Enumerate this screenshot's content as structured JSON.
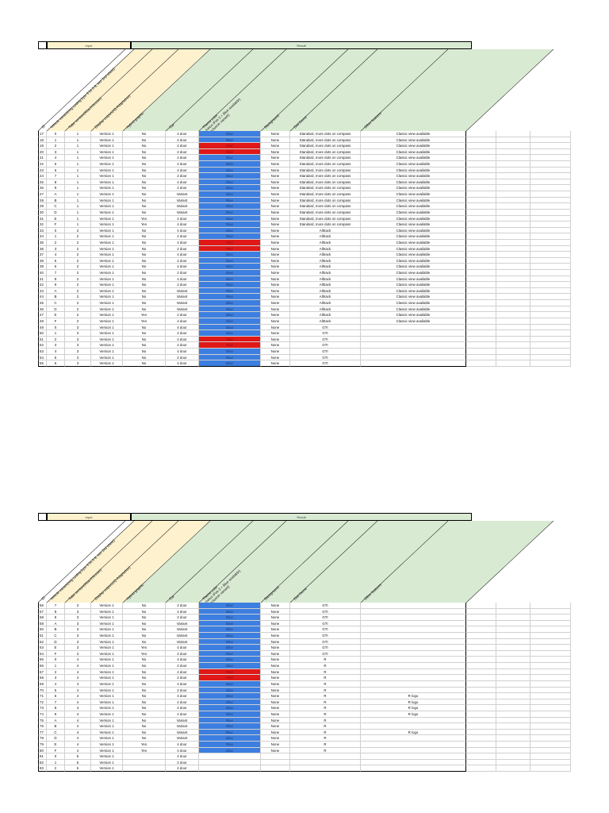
{
  "header_top": {
    "input": "Input",
    "result": "Result"
  },
  "columns": [
    "ID",
    "Vehicle variant(ring coding byte 3 bit 5-8, see 2nd sheet)",
    "Tube version(AttachVersion)",
    "Display outputs(iQ-Adaptation)",
    "Hybrid graphic",
    "Car",
    "Theme color\n(since iPos 3 + Blue available)\n(exclusive variant)",
    "Background",
    "Dial theme",
    "Other features"
  ],
  "colors": {
    "blue": "#3d7fe0",
    "red": "#e01818",
    "input_bg": "#fdf2cd",
    "result_bg": "#d9ead3"
  },
  "sheet1_rows": [
    [
      "17",
      "0",
      "1",
      "Version 1",
      "No",
      "4 door",
      "Blue",
      "None",
      "Standard, more dots on compass",
      "Classic view available"
    ],
    [
      "18",
      "1",
      "1",
      "Version 1",
      "No",
      "2 door",
      "Blue",
      "None",
      "Standard, more dots on compass",
      "Classic view available"
    ],
    [
      "19",
      "2",
      "1",
      "Version 1",
      "No",
      "4 door",
      "Red",
      "None",
      "Standard, more dots on compass",
      "Classic view available"
    ],
    [
      "20",
      "3",
      "1",
      "Version 1",
      "No",
      "2 door",
      "Red",
      "None",
      "Standard, more dots on compass",
      "Classic view available"
    ],
    [
      "21",
      "4",
      "1",
      "Version 1",
      "No",
      "4 door",
      "Blue",
      "None",
      "Standard, more dots on compass",
      "Classic view available"
    ],
    [
      "22",
      "5",
      "1",
      "Version 1",
      "No",
      "2 door",
      "Blue",
      "None",
      "Standard, more dots on compass",
      "Classic view available"
    ],
    [
      "23",
      "6",
      "1",
      "Version 1",
      "No",
      "4 door",
      "Blue",
      "None",
      "Standard, more dots on compass",
      "Classic view available"
    ],
    [
      "24",
      "7",
      "1",
      "Version 1",
      "No",
      "2 door",
      "Blue",
      "None",
      "Standard, more dots on compass",
      "Classic view available"
    ],
    [
      "25",
      "8",
      "1",
      "Version 1",
      "No",
      "4 door",
      "Blue",
      "None",
      "Standard, more dots on compass",
      "Classic view available"
    ],
    [
      "26",
      "9",
      "1",
      "Version 1",
      "No",
      "2 door",
      "Blue",
      "None",
      "Standard, more dots on compass",
      "Classic view available"
    ],
    [
      "27",
      "A",
      "1",
      "Version 1",
      "No",
      "Variant",
      "Blue",
      "None",
      "Standard, more dots on compass",
      "Classic view available"
    ],
    [
      "28",
      "B",
      "1",
      "Version 1",
      "No",
      "Variant",
      "Blue",
      "None",
      "Standard, more dots on compass",
      "Classic view available"
    ],
    [
      "29",
      "C",
      "1",
      "Version 1",
      "No",
      "Variant",
      "Blue",
      "None",
      "Standard, more dots on compass",
      "Classic view available"
    ],
    [
      "30",
      "D",
      "1",
      "Version 1",
      "No",
      "Variant",
      "Blue",
      "None",
      "Standard, more dots on compass",
      "Classic view available"
    ],
    [
      "31",
      "E",
      "1",
      "Version 1",
      "Yes",
      "4 door",
      "Blue",
      "None",
      "Standard, more dots on compass",
      "Classic view available"
    ],
    [
      "32",
      "F",
      "1",
      "Version 1",
      "Yes",
      "4 door",
      "Blue",
      "None",
      "Standard, more dots on compass",
      "Classic view available"
    ],
    [
      "33",
      "0",
      "2",
      "Version 1",
      "No",
      "4 door",
      "Blue",
      "None",
      "Alltrack",
      "Classic view available"
    ],
    [
      "34",
      "1",
      "2",
      "Version 1",
      "No",
      "2 door",
      "Blue",
      "None",
      "Alltrack",
      "Classic view available"
    ],
    [
      "35",
      "2",
      "2",
      "Version 1",
      "No",
      "4 door",
      "Red",
      "None",
      "Alltrack",
      "Classic view available"
    ],
    [
      "36",
      "3",
      "2",
      "Version 1",
      "No",
      "2 door",
      "Red",
      "None",
      "Alltrack",
      "Classic view available"
    ],
    [
      "37",
      "4",
      "2",
      "Version 1",
      "No",
      "4 door",
      "Blue",
      "None",
      "Alltrack",
      "Classic view available"
    ],
    [
      "38",
      "5",
      "2",
      "Version 1",
      "No",
      "2 door",
      "Blue",
      "None",
      "Alltrack",
      "Classic view available"
    ],
    [
      "39",
      "6",
      "2",
      "Version 1",
      "No",
      "4 door",
      "Blue",
      "None",
      "Alltrack",
      "Classic view available"
    ],
    [
      "40",
      "7",
      "2",
      "Version 1",
      "No",
      "2 door",
      "Blue",
      "None",
      "Alltrack",
      "Classic view available"
    ],
    [
      "41",
      "8",
      "2",
      "Version 1",
      "No",
      "4 door",
      "Blue",
      "None",
      "Alltrack",
      "Classic view available"
    ],
    [
      "42",
      "9",
      "2",
      "Version 1",
      "No",
      "2 door",
      "Blue",
      "None",
      "Alltrack",
      "Classic view available"
    ],
    [
      "43",
      "A",
      "2",
      "Version 1",
      "No",
      "Variant",
      "Blue",
      "None",
      "Alltrack",
      "Classic view available"
    ],
    [
      "44",
      "B",
      "2",
      "Version 1",
      "No",
      "Variant",
      "Blue",
      "None",
      "Alltrack",
      "Classic view available"
    ],
    [
      "45",
      "C",
      "2",
      "Version 1",
      "No",
      "Variant",
      "Blue",
      "None",
      "Alltrack",
      "Classic view available"
    ],
    [
      "46",
      "D",
      "2",
      "Version 1",
      "No",
      "Variant",
      "Blue",
      "None",
      "Alltrack",
      "Classic view available"
    ],
    [
      "47",
      "E",
      "2",
      "Version 1",
      "Yes",
      "4 door",
      "Blue",
      "None",
      "Alltrack",
      "Classic view available"
    ],
    [
      "48",
      "F",
      "2",
      "Version 1",
      "Yes",
      "4 door",
      "Blue",
      "None",
      "Alltrack",
      "Classic view available"
    ],
    [
      "49",
      "0",
      "3",
      "Version 1",
      "No",
      "4 door",
      "Blue",
      "None",
      "GTI",
      ""
    ],
    [
      "50",
      "1",
      "3",
      "Version 1",
      "No",
      "2 door",
      "Blue",
      "None",
      "GTI",
      ""
    ],
    [
      "51",
      "2",
      "3",
      "Version 1",
      "No",
      "4 door",
      "Red",
      "None",
      "GTI",
      ""
    ],
    [
      "52",
      "3",
      "3",
      "Version 1",
      "No",
      "2 door",
      "Red",
      "None",
      "GTI",
      ""
    ],
    [
      "53",
      "4",
      "3",
      "Version 1",
      "No",
      "4 door",
      "Blue",
      "None",
      "GTI",
      ""
    ],
    [
      "54",
      "5",
      "3",
      "Version 1",
      "No",
      "2 door",
      "Blue",
      "None",
      "GTI",
      ""
    ],
    [
      "55",
      "6",
      "3",
      "Version 1",
      "No",
      "4 door",
      "Blue",
      "None",
      "GTI",
      ""
    ]
  ],
  "sheet2_rows": [
    [
      "56",
      "7",
      "3",
      "Version 1",
      "No",
      "2 door",
      "Blue",
      "None",
      "GTI",
      ""
    ],
    [
      "57",
      "8",
      "3",
      "Version 1",
      "No",
      "4 door",
      "Blue",
      "None",
      "GTI",
      ""
    ],
    [
      "58",
      "9",
      "3",
      "Version 1",
      "No",
      "2 door",
      "Blue",
      "None",
      "GTI",
      ""
    ],
    [
      "59",
      "A",
      "3",
      "Version 1",
      "No",
      "Variant",
      "Blue",
      "None",
      "GTI",
      ""
    ],
    [
      "60",
      "B",
      "3",
      "Version 1",
      "No",
      "Variant",
      "Blue",
      "None",
      "GTI",
      ""
    ],
    [
      "61",
      "C",
      "3",
      "Version 1",
      "No",
      "Variant",
      "Blue",
      "None",
      "GTI",
      ""
    ],
    [
      "62",
      "D",
      "3",
      "Version 1",
      "No",
      "Variant",
      "Blue",
      "None",
      "GTI",
      ""
    ],
    [
      "63",
      "E",
      "3",
      "Version 1",
      "Yes",
      "4 door",
      "Blue",
      "None",
      "GTI",
      ""
    ],
    [
      "64",
      "F",
      "3",
      "Version 1",
      "Yes",
      "4 door",
      "Blue",
      "None",
      "GTI",
      ""
    ],
    [
      "65",
      "0",
      "4",
      "Version 1",
      "No",
      "4 door",
      "Blue",
      "None",
      "R",
      ""
    ],
    [
      "66",
      "1",
      "4",
      "Version 1",
      "No",
      "2 door",
      "Blue",
      "None",
      "R",
      ""
    ],
    [
      "67",
      "2",
      "4",
      "Version 1",
      "No",
      "4 door",
      "Red",
      "None",
      "R",
      ""
    ],
    [
      "68",
      "3",
      "4",
      "Version 1",
      "No",
      "2 door",
      "Red",
      "None",
      "R",
      ""
    ],
    [
      "69",
      "4",
      "4",
      "Version 1",
      "No",
      "4 door",
      "Blue",
      "None",
      "R",
      ""
    ],
    [
      "70",
      "5",
      "4",
      "Version 1",
      "No",
      "2 door",
      "Blue",
      "None",
      "R",
      ""
    ],
    [
      "71",
      "6",
      "4",
      "Version 1",
      "No",
      "4 door",
      "Blue",
      "None",
      "R",
      "R logo"
    ],
    [
      "72",
      "7",
      "4",
      "Version 1",
      "No",
      "2 door",
      "Blue",
      "None",
      "R",
      "R logo"
    ],
    [
      "73",
      "8",
      "4",
      "Version 1",
      "No",
      "4 door",
      "Blue",
      "None",
      "R",
      "R logo"
    ],
    [
      "74",
      "9",
      "4",
      "Version 1",
      "No",
      "2 door",
      "Blue",
      "None",
      "R",
      "R logo"
    ],
    [
      "75",
      "A",
      "4",
      "Version 1",
      "No",
      "Variant",
      "Blue",
      "None",
      "R",
      ""
    ],
    [
      "76",
      "B",
      "4",
      "Version 1",
      "No",
      "Variant",
      "Blue",
      "None",
      "R",
      ""
    ],
    [
      "77",
      "C",
      "4",
      "Version 1",
      "No",
      "Variant",
      "Blue",
      "None",
      "R",
      "R logo"
    ],
    [
      "78",
      "D",
      "4",
      "Version 1",
      "No",
      "Variant",
      "Blue",
      "None",
      "R",
      ""
    ],
    [
      "79",
      "E",
      "4",
      "Version 1",
      "Yes",
      "4 door",
      "Blue",
      "None",
      "R",
      ""
    ],
    [
      "80",
      "F",
      "4",
      "Version 1",
      "Yes",
      "4 door",
      "Blue",
      "None",
      "R",
      ""
    ],
    [
      "81",
      "0",
      "5",
      "Version 1",
      "",
      "4 door",
      "",
      "",
      "",
      ""
    ],
    [
      "82",
      "1",
      "5",
      "Version 1",
      "",
      "2 door",
      "",
      "",
      "",
      ""
    ],
    [
      "83",
      "2",
      "5",
      "Version 1",
      "",
      "4 door",
      "",
      "",
      "",
      ""
    ]
  ]
}
